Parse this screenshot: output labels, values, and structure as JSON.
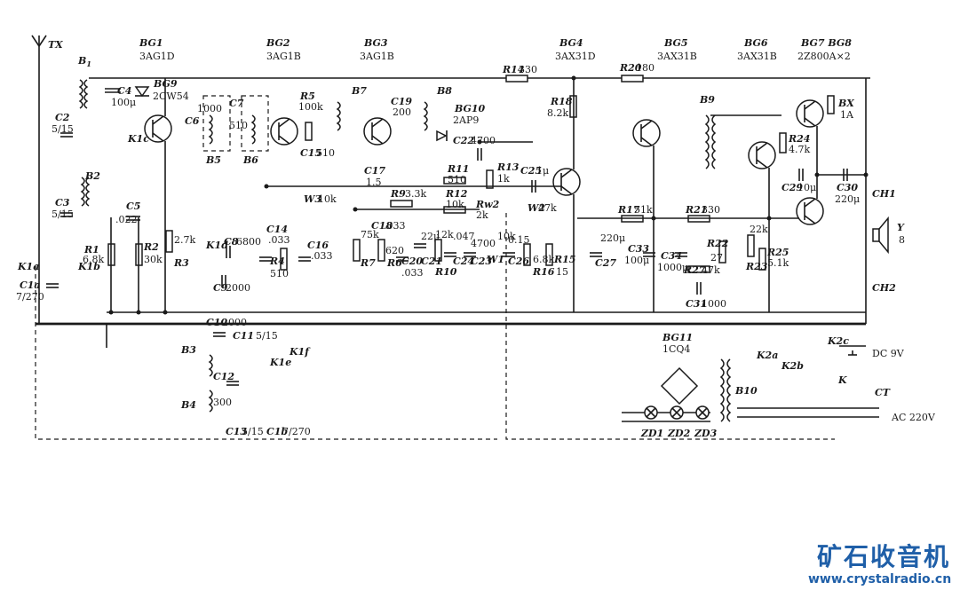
{
  "antenna_label": "TX",
  "transistors": [
    {
      "ref": "BG1",
      "type": "3AG1D"
    },
    {
      "ref": "BG2",
      "type": "3AG1B"
    },
    {
      "ref": "BG3",
      "type": "3AG1B"
    },
    {
      "ref": "BG4",
      "type": "3AX31D"
    },
    {
      "ref": "BG5",
      "type": "3AX31B"
    },
    {
      "ref": "BG6",
      "type": "3AX31B"
    },
    {
      "ref": "BG7 BG8",
      "type": "2Z800A×2"
    }
  ],
  "diodes": [
    {
      "ref": "BG9",
      "type": "2CW54"
    },
    {
      "ref": "BG10",
      "type": "2AP9"
    },
    {
      "ref": "BG11",
      "type": "1CQ4"
    }
  ],
  "transformers": [
    "B1",
    "B2",
    "B3",
    "B4",
    "B5",
    "B6",
    "B7",
    "B8",
    "B9",
    "B10"
  ],
  "capacitors": [
    {
      "ref": "C2",
      "value": "5/15"
    },
    {
      "ref": "C3",
      "value": "5/15"
    },
    {
      "ref": "C1a",
      "value": "7/270"
    },
    {
      "ref": "C4",
      "value": "100μ"
    },
    {
      "ref": "C5",
      "value": ".022"
    },
    {
      "ref": "C6",
      "value": "1000"
    },
    {
      "ref": "C7",
      "value": "510"
    },
    {
      "ref": "C8",
      "value": "6800"
    },
    {
      "ref": "C9",
      "value": "2000"
    },
    {
      "ref": "C10",
      "value": "2000"
    },
    {
      "ref": "C11",
      "value": "5/15"
    },
    {
      "ref": "C12",
      "value": "300"
    },
    {
      "ref": "C13",
      "value": "5/15"
    },
    {
      "ref": "C1b",
      "value": "7/270"
    },
    {
      "ref": "C14",
      "value": ".033"
    },
    {
      "ref": "C15",
      "value": "510"
    },
    {
      "ref": "C16",
      "value": ".033"
    },
    {
      "ref": "C17",
      "value": "1.5"
    },
    {
      "ref": "C18",
      "value": ".033"
    },
    {
      "ref": "C19",
      "value": "200"
    },
    {
      "ref": "C20",
      "value": ".033"
    },
    {
      "ref": "C21",
      "value": "22μ"
    },
    {
      "ref": "C22",
      "value": "4700"
    },
    {
      "ref": "C23",
      "value": "4700"
    },
    {
      "ref": "C24",
      "value": ".047"
    },
    {
      "ref": "C25",
      "value": "1μ"
    },
    {
      "ref": "C26",
      "value": "0.15"
    },
    {
      "ref": "C27",
      "value": "220μ"
    },
    {
      "ref": "C29",
      "value": "10μ"
    },
    {
      "ref": "C30",
      "value": "220μ"
    },
    {
      "ref": "C31",
      "value": "1000"
    },
    {
      "ref": "C33",
      "value": "100μ"
    },
    {
      "ref": "C34",
      "value": "1000μ"
    }
  ],
  "resistors": [
    {
      "ref": "R1",
      "value": "6.8k"
    },
    {
      "ref": "R2",
      "value": "30k"
    },
    {
      "ref": "R3",
      "value": "2.7k"
    },
    {
      "ref": "R4",
      "value": "510"
    },
    {
      "ref": "R5",
      "value": "100k"
    },
    {
      "ref": "R6",
      "value": "620"
    },
    {
      "ref": "R7",
      "value": "75k"
    },
    {
      "ref": "R9",
      "value": "3.3k"
    },
    {
      "ref": "R10",
      "value": "12k"
    },
    {
      "ref": "R11",
      "value": "510"
    },
    {
      "ref": "R12",
      "value": "10k"
    },
    {
      "ref": "R13",
      "value": "1k"
    },
    {
      "ref": "R14",
      "value": "330"
    },
    {
      "ref": "R15",
      "value": "15"
    },
    {
      "ref": "R16",
      "value": "6.8k"
    },
    {
      "ref": "R17",
      "value": "51k"
    },
    {
      "ref": "R18",
      "value": "8.2k"
    },
    {
      "ref": "R20",
      "value": "180"
    },
    {
      "ref": "R21",
      "value": "330"
    },
    {
      "ref": "R22",
      "value": "27"
    },
    {
      "ref": "R23",
      "value": "22k"
    },
    {
      "ref": "R24",
      "value": "4.7k"
    },
    {
      "ref": "R25",
      "value": "5.1k"
    },
    {
      "ref": "R27",
      "value": "47k"
    },
    {
      "ref": "Rw2",
      "value": "2k"
    },
    {
      "ref": "W2",
      "value": "47k"
    }
  ],
  "potentiometers": [
    {
      "ref": "W3",
      "value": "10k"
    },
    {
      "ref": "W1",
      "value": "10k"
    }
  ],
  "switches": [
    "K1a",
    "K1b",
    "K1c",
    "K1d",
    "K1e",
    "K1f",
    "K2a",
    "K2b",
    "K2c",
    "K"
  ],
  "lamps": [
    "ZD1",
    "ZD2",
    "ZD3"
  ],
  "fuse": {
    "ref": "BX",
    "value": "1A"
  },
  "speaker": {
    "ref": "Y",
    "value": "8"
  },
  "jacks": [
    "CH1",
    "CH2",
    "CT"
  ],
  "power": {
    "dc": "DC 9V",
    "ac": "AC 220V"
  },
  "watermark": {
    "title": "矿石收音机",
    "url": "www.crystalradio.cn"
  },
  "colors": {
    "ink": "#1a1a1a",
    "watermark": "#1f5fa8"
  }
}
